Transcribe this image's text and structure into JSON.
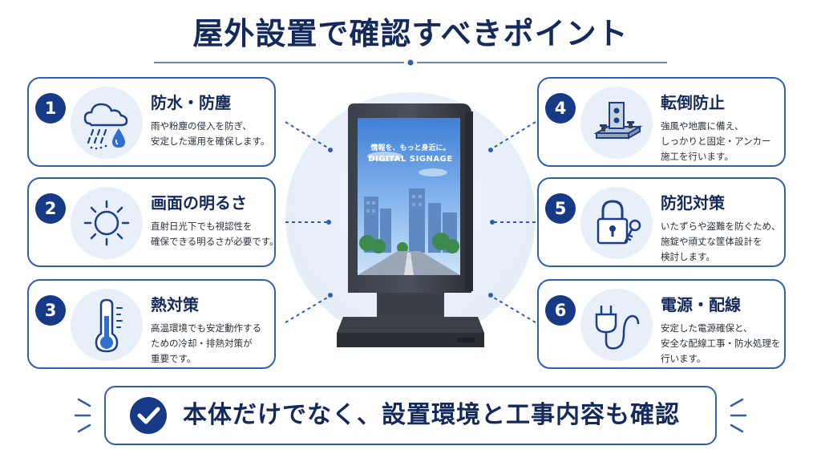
{
  "title": "屋外設置で確認すべきポイント",
  "signage": {
    "screen_line1": "情報を、もっと身近に。",
    "screen_line2": "DIGITAL SIGNAGE"
  },
  "points": [
    {
      "number": "1",
      "title": "防水・防塵",
      "desc": [
        "雨や粉塵の侵入を防ぎ、",
        "安定した運用を確保します。"
      ],
      "icon": "rain-cloud-icon"
    },
    {
      "number": "2",
      "title": "画面の明るさ",
      "desc": [
        "直射日光下でも視認性を",
        "確保できる明るさが必要です。"
      ],
      "icon": "sun-icon"
    },
    {
      "number": "3",
      "title": "熱対策",
      "desc": [
        "高温環境でも安定動作する",
        "ための冷却・排熱対策が",
        "重要です。"
      ],
      "icon": "thermometer-icon"
    },
    {
      "number": "4",
      "title": "転倒防止",
      "desc": [
        "強風や地震に備え、",
        "しっかりと固定・アンカー",
        "施工を行います。"
      ],
      "icon": "anchor-bracket-icon"
    },
    {
      "number": "5",
      "title": "防犯対策",
      "desc": [
        "いたずらや盗難を防ぐため、",
        "施錠や頑丈な筐体設計を",
        "検討します。"
      ],
      "icon": "padlock-key-icon"
    },
    {
      "number": "6",
      "title": "電源・配線",
      "desc": [
        "安定した電源確保と、",
        "安全な配線工事・防水処理を",
        "行います。"
      ],
      "icon": "power-plug-icon"
    }
  ],
  "banner": {
    "text": "本体だけでなく、設置環境と工事内容も確認",
    "icon": "check-circle-icon"
  },
  "colors": {
    "navy": "#152a5c",
    "accent": "#2e5fb5",
    "badge": "#173a86",
    "icon_bg": "#e9eff8"
  }
}
